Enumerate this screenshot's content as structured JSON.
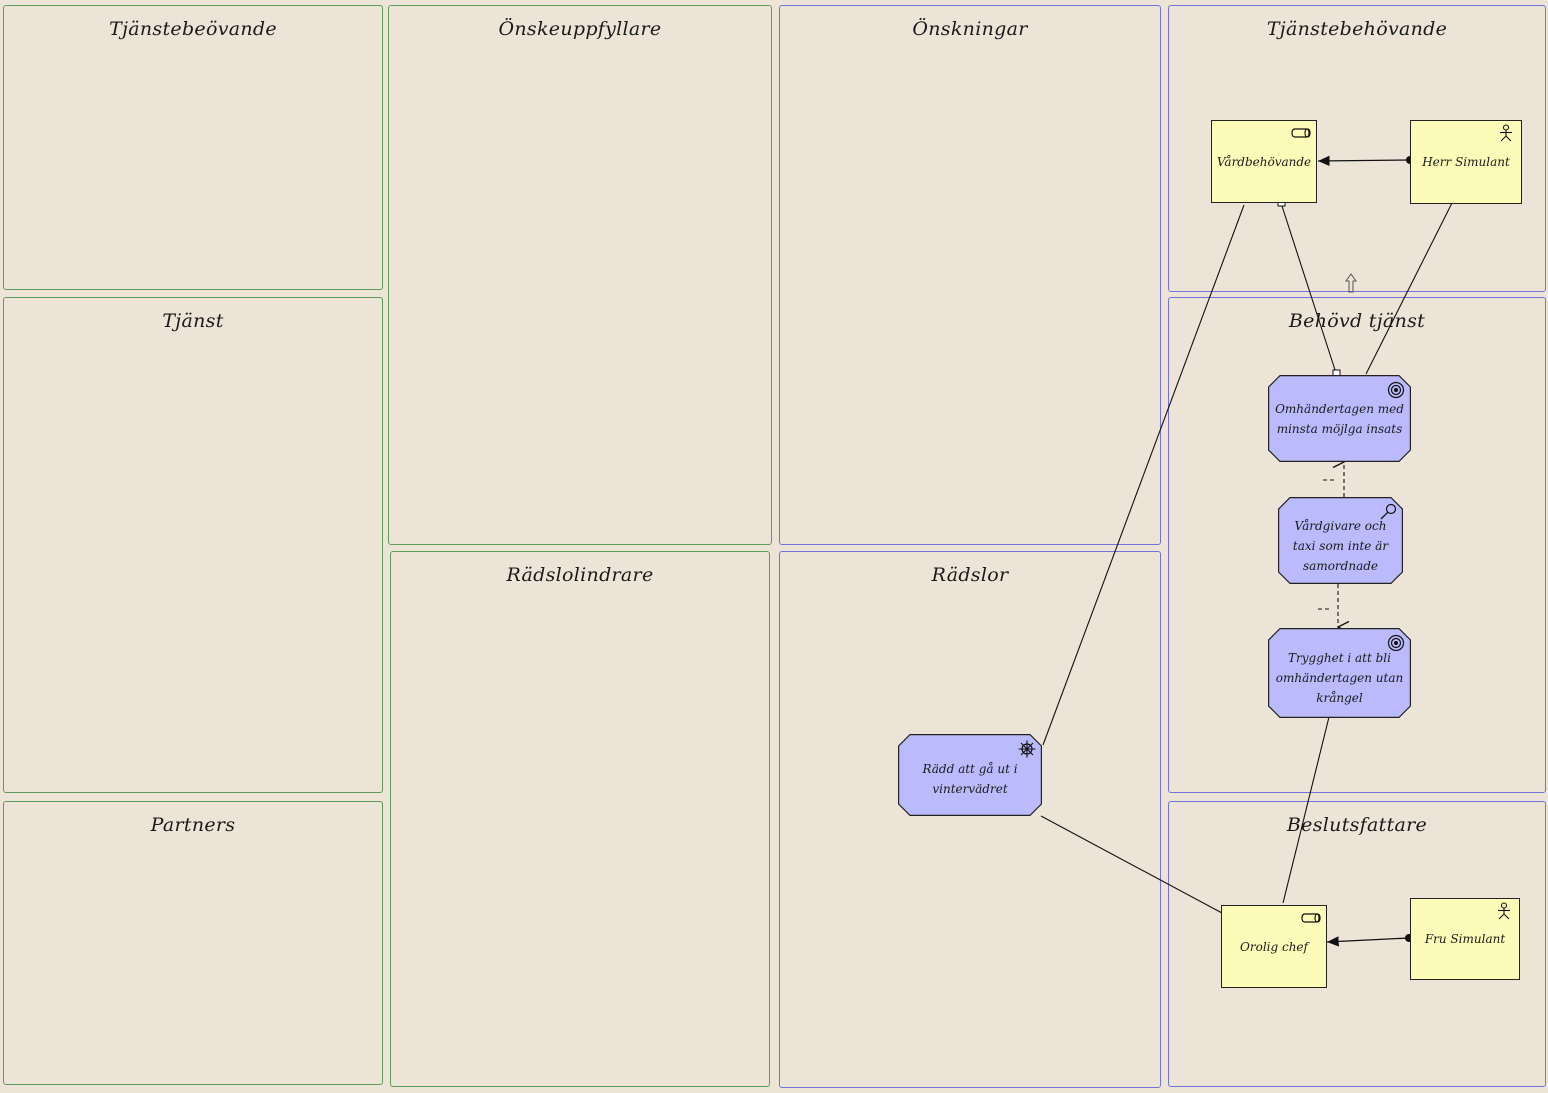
{
  "sections": {
    "tjanstebeovande": "Tjänstebeövande",
    "tjanst": "Tjänst",
    "partners": "Partners",
    "onskeuppfyllare": "Önskeuppfyllare",
    "radslolindrare": "Rädslolindrare",
    "onskningar": "Önskningar",
    "radslor": "Rädslor",
    "tjanstebehovande": "Tjänstebehövande",
    "behovd_tjanst": "Behövd tjänst",
    "beslutsfattare": "Beslutsfattare"
  },
  "nodes": {
    "vardbehovande": "Vårdbehövande",
    "herr_simulant": "Herr Simulant",
    "omhandertagen": "Omhändertagen med minsta möjlga insats",
    "vardgivare": "Vårdgivare och taxi som inte är samordnade",
    "trygghet": "Trygghet i att bli omhändertagen utan krångel",
    "radd": "Rädd att gå ut i vintervädret",
    "orolig_chef": "Orolig chef",
    "fru_simulant": "Fru Simulant"
  },
  "colors": {
    "background": "#ede4d8",
    "green_border": "#5a9e5a",
    "blue_border": "#6f74d8",
    "yellow_node": "#fdfbb8",
    "purple_node": "#babbfd"
  },
  "icons": {
    "role": "role-icon",
    "actor": "actor-icon",
    "goal": "goal-icon",
    "assessment": "assessment-icon",
    "driver": "driver-icon"
  }
}
